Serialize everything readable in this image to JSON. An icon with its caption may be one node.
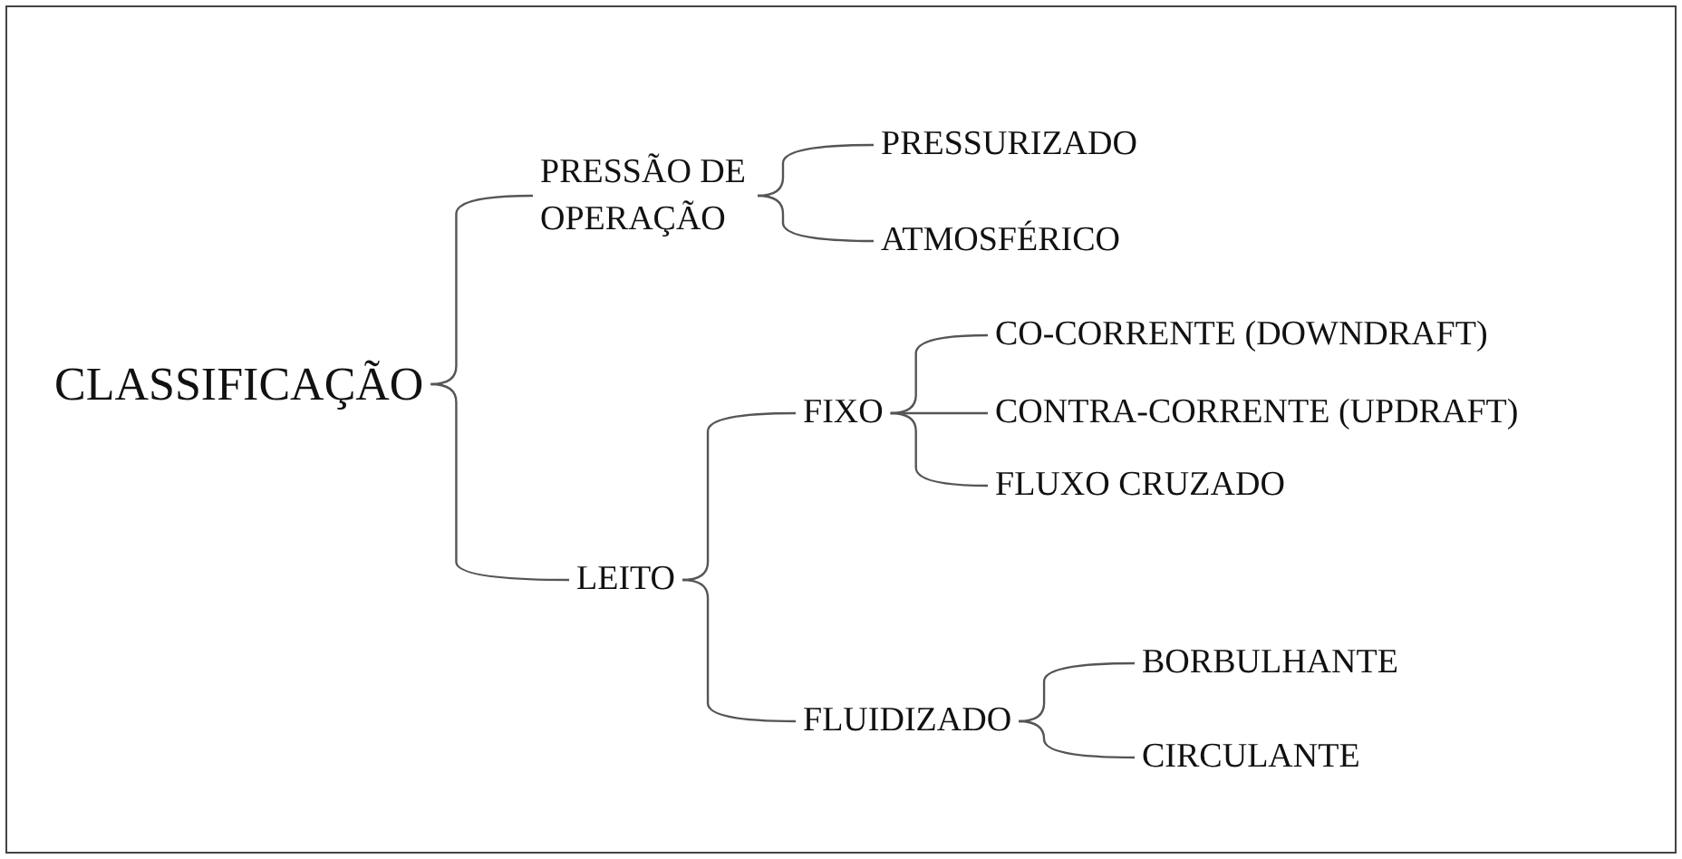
{
  "diagram": {
    "nodes": [
      {
        "text": [
          "CLASSIFICAÇÃO"
        ]
      },
      {
        "text": [
          "PRESSÃO DE OPERAÇÃO"
        ]
      },
      {
        "text": [
          "PRESSURIZADO"
        ]
      },
      {
        "text": [
          "ATMOSFÉRICO"
        ]
      },
      {
        "text": [
          "LEITO"
        ]
      },
      {
        "text": [
          "FIXO"
        ]
      },
      {
        "text": [
          "CO-CORRENTE (DOWNDRAFT)"
        ]
      },
      {
        "text": [
          "CONTRA-CORRENTE (UPDRAFT)"
        ]
      },
      {
        "text": [
          "FLUXO CRUZADO"
        ]
      },
      {
        "text": [
          "FLUIDIZADO"
        ]
      },
      {
        "text": [
          "BORBULHANTE"
        ]
      },
      {
        "text": [
          "CIRCULANTE"
        ]
      }
    ],
    "edges": [
      {
        "from": 0,
        "to": 1,
        "arrow": "none"
      },
      {
        "from": 0,
        "to": 4,
        "arrow": "none"
      },
      {
        "from": 1,
        "to": 2,
        "arrow": "none"
      },
      {
        "from": 1,
        "to": 3,
        "arrow": "none"
      },
      {
        "from": 4,
        "to": 5,
        "arrow": "none"
      },
      {
        "from": 4,
        "to": 9,
        "arrow": "none"
      },
      {
        "from": 5,
        "to": 6,
        "arrow": "none"
      },
      {
        "from": 5,
        "to": 7,
        "arrow": "none"
      },
      {
        "from": 5,
        "to": 8,
        "arrow": "none"
      },
      {
        "from": 9,
        "to": 10,
        "arrow": "none"
      },
      {
        "from": 9,
        "to": 11,
        "arrow": "none"
      }
    ]
  }
}
